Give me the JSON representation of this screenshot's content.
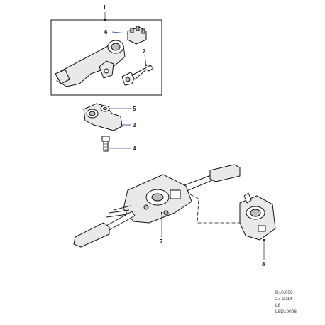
{
  "callouts": {
    "c1": "1",
    "c2": "2",
    "c3": "3",
    "c4": "4",
    "c5": "5",
    "c6": "6",
    "c7": "7",
    "c8": "8"
  },
  "reference": {
    "line1": "D10.006",
    "line2": "27-2014",
    "line3": "L8",
    "line4": "L8D10006"
  },
  "colors": {
    "leader": "#1f3f8f",
    "outline": "#111111"
  }
}
